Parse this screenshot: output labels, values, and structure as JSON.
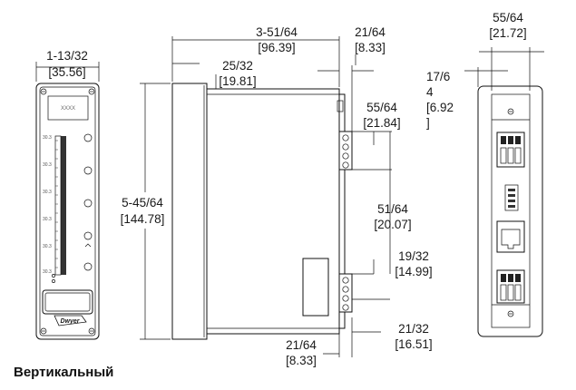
{
  "caption": "Вертикальный",
  "front_view": {
    "width_dim": "1-13/32",
    "width_dim_mm": "[35.56]",
    "display_text": "XXXX",
    "brand": "Dwyer",
    "scale_labels": [
      "30.3",
      "30.3",
      "30.3",
      "30.3",
      "30.3",
      "30.3"
    ]
  },
  "side_view": {
    "depth_dim": "3-51/64",
    "depth_dim_mm": "[96.39]",
    "bezel_dim": "25/32",
    "bezel_dim_mm": "[19.81]",
    "height_dim": "5-45/64",
    "height_dim_mm": "[144.78]",
    "rear_dim": "21/64",
    "rear_dim_mm": "[8.33]",
    "upper_term_dim": "55/64",
    "upper_term_dim_mm": "[21.84]",
    "term_gap_dim": "51/64",
    "term_gap_dim_mm": "[20.07]",
    "lower_term_dim": "19/32",
    "lower_term_dim_mm": "[14.99]",
    "bottom_dim": "21/32",
    "bottom_dim_mm": "[16.51]",
    "bottom_rear_dim": "21/64",
    "bottom_rear_dim_mm": "[8.33]"
  },
  "rear_view": {
    "width_dim": "55/64",
    "width_dim_mm": "[21.72]",
    "offset_dim_a": "17/6",
    "offset_dim_b": "4",
    "offset_dim_mm_a": "[6.92",
    "offset_dim_mm_b": "]"
  }
}
